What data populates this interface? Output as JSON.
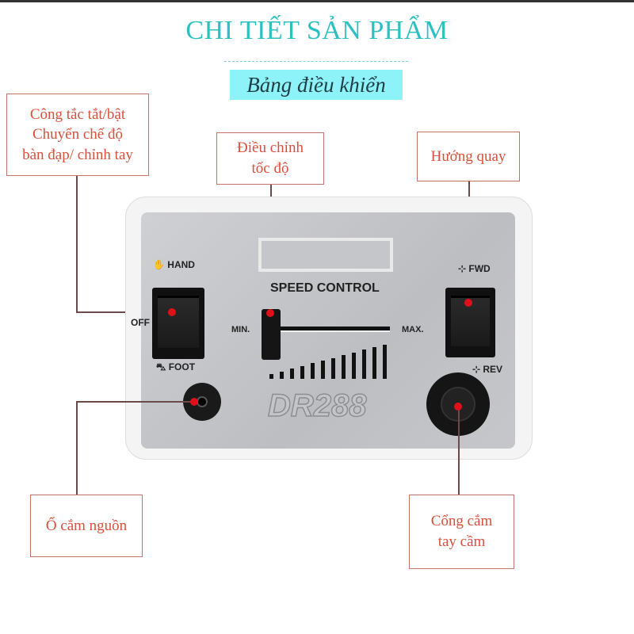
{
  "header": {
    "title": "CHI TIẾT SẢN PHẨM",
    "subtitle": "Bảng điều khiển"
  },
  "callouts": {
    "power_switch": [
      "Công tắc tắt/bật",
      "Chuyển chế độ",
      "bàn đạp/ chỉnh tay"
    ],
    "speed": [
      "Điều chỉnh",
      "tốc độ"
    ],
    "direction": [
      "Hướng quay"
    ],
    "power_socket": [
      "Ổ cắm nguồn"
    ],
    "handpiece_port": [
      "Cổng cắm",
      "tay cầm"
    ]
  },
  "device": {
    "hand_label": "HAND",
    "off_label": "OFF",
    "foot_label": "FOOT",
    "speed_control": "SPEED CONTROL",
    "min_label": "MIN.",
    "max_label": "MAX.",
    "fwd_label": "FWD",
    "rev_label": "REV",
    "model": "DR288",
    "speed_bars": 12
  },
  "colors": {
    "title": "#2cc0c2",
    "subtitle_bg": "#8ef3f8",
    "callout_text": "#d8503b",
    "marker": "#e0101a"
  }
}
